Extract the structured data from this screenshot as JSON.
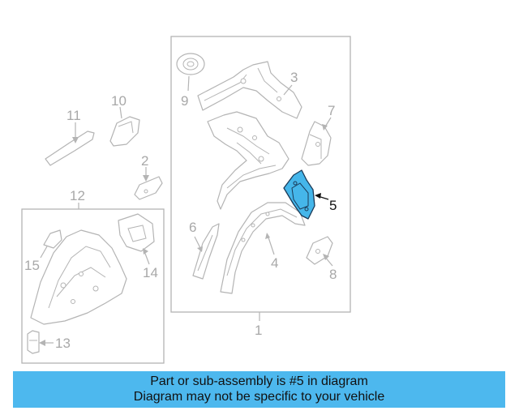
{
  "callouts": {
    "c1": "1",
    "c2": "2",
    "c3": "3",
    "c4": "4",
    "c5": "5",
    "c6": "6",
    "c7": "7",
    "c8": "8",
    "c9": "9",
    "c10": "10",
    "c11": "11",
    "c12": "12",
    "c13": "13",
    "c14": "14",
    "c15": "15"
  },
  "highlighted_part": "5",
  "colors": {
    "highlight_fill": "#45b6ea",
    "banner_background": "#4db8ee",
    "line_art": "#b4b4b4"
  },
  "banner": {
    "line1": "Part or sub-assembly is #5 in diagram",
    "line2": "Diagram may not be specific to your vehicle"
  }
}
